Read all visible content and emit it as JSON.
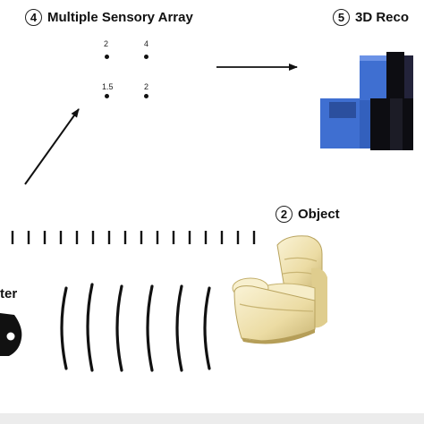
{
  "steps": {
    "array": {
      "number": "4",
      "title": "Multiple Sensory Array"
    },
    "recon": {
      "number": "5",
      "title": "3D Reco"
    },
    "object": {
      "number": "2",
      "title": "Object"
    },
    "emitter": {
      "title": "ter"
    }
  },
  "sensors": [
    {
      "label": "2"
    },
    {
      "label": "4"
    },
    {
      "label": "1.5"
    },
    {
      "label": "2"
    }
  ],
  "colors": {
    "block_blue": "#3f6fd1",
    "block_dark": "#0d0d12",
    "chair": "#f1e6b8",
    "ink": "#111111"
  }
}
